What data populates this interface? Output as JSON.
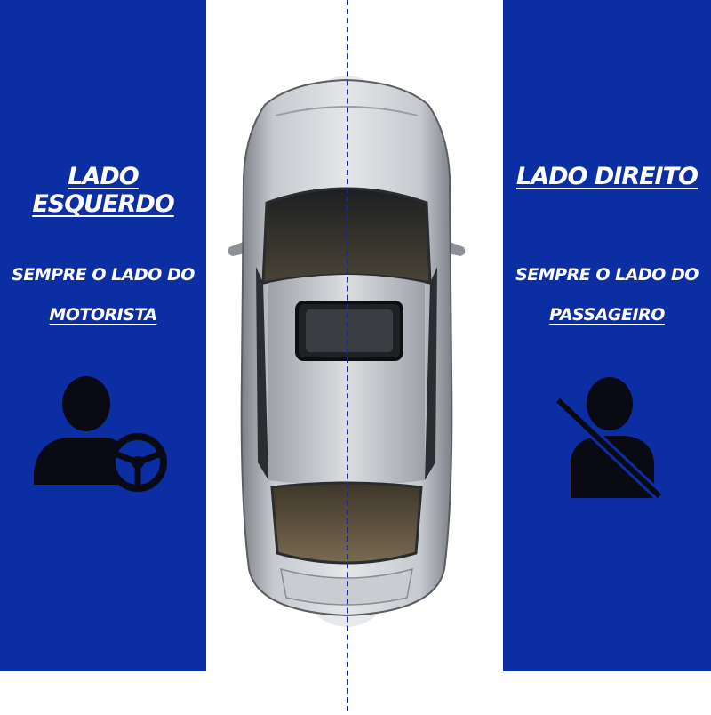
{
  "left_panel": {
    "title": "LADO ESQUERDO",
    "line1": "SEMPRE O LADO DO",
    "line2": "MOTORISTA",
    "icon": "driver-with-steering-wheel-icon"
  },
  "right_panel": {
    "title": "LADO DIREITO",
    "line1": "SEMPRE O LADO DO",
    "line2": "PASSAGEIRO",
    "icon": "passenger-seatbelt-icon"
  },
  "colors": {
    "panel_blue": "#0b2fa3",
    "text": "#ffffff",
    "icon_dark": "#0a0a14",
    "car_silver": "#b9bcc1",
    "divider": "#1a2a8c"
  }
}
